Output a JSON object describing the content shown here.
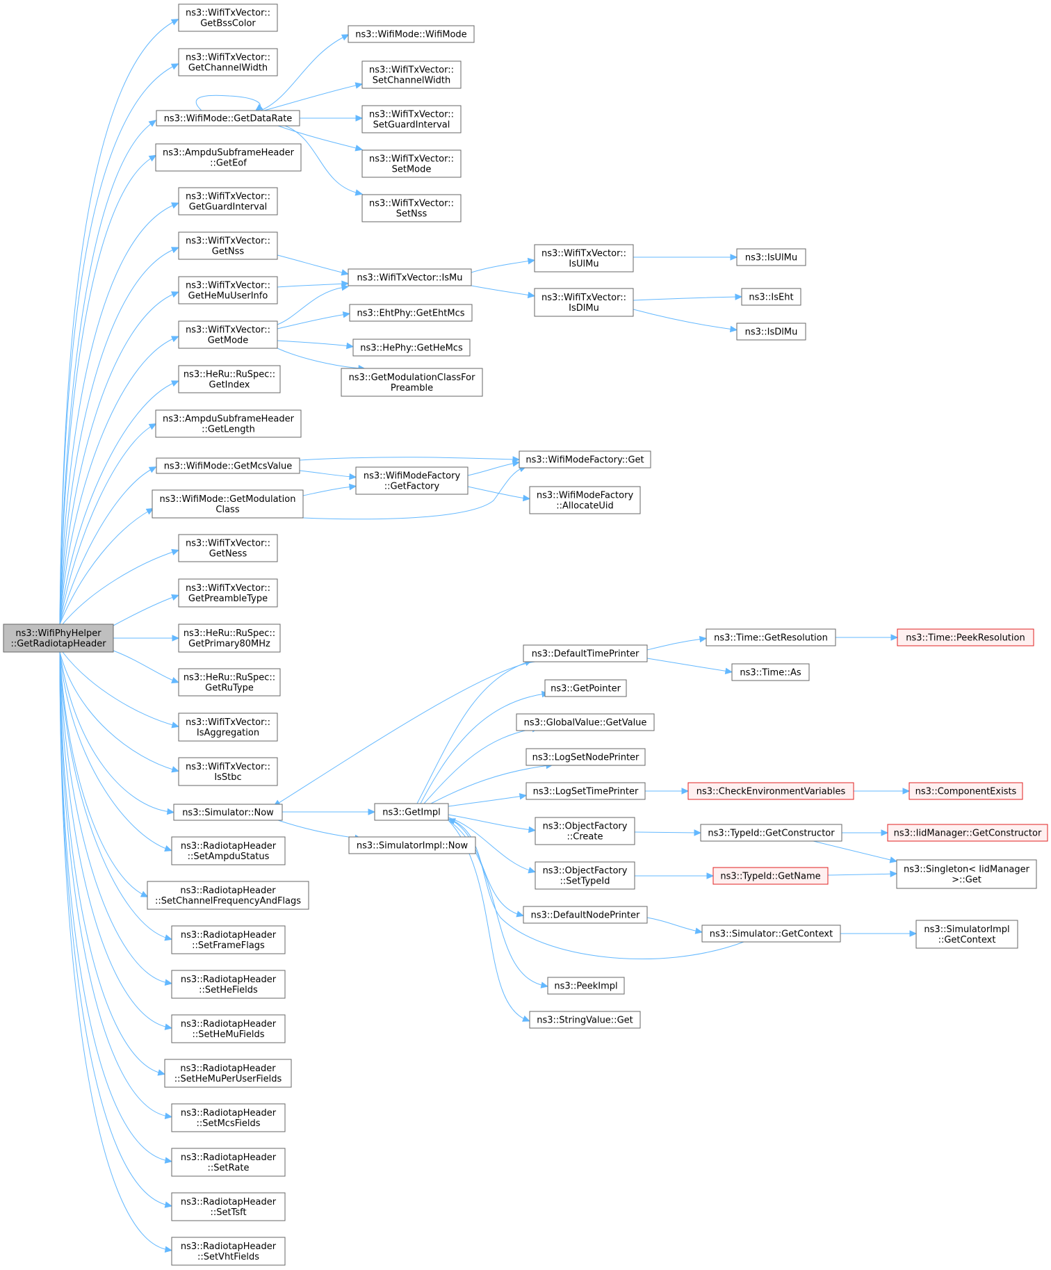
{
  "diagram": {
    "colors": {
      "edge": "#63b8ff",
      "node_border": "#666666",
      "root_fill": "#bfbfbf",
      "red_border": "#e02020",
      "red_fill": "#fff0f0"
    },
    "nodes": [
      {
        "id": "root",
        "lines": [
          "ns3::WifiPhyHelper",
          "::GetRadiotapHeader"
        ],
        "style": "root"
      },
      {
        "id": "getBssColor",
        "lines": [
          "ns3::WifiTxVector::",
          "GetBssColor"
        ]
      },
      {
        "id": "getChannelWidth",
        "lines": [
          "ns3::WifiTxVector::",
          "GetChannelWidth"
        ]
      },
      {
        "id": "getDataRate",
        "lines": [
          "ns3::WifiMode::GetDataRate"
        ]
      },
      {
        "id": "getEof",
        "lines": [
          "ns3::AmpduSubframeHeader",
          "::GetEof"
        ]
      },
      {
        "id": "getGuardInterval",
        "lines": [
          "ns3::WifiTxVector::",
          "GetGuardInterval"
        ]
      },
      {
        "id": "getNss",
        "lines": [
          "ns3::WifiTxVector::",
          "GetNss"
        ]
      },
      {
        "id": "getHeMuUserInfo",
        "lines": [
          "ns3::WifiTxVector::",
          "GetHeMuUserInfo"
        ]
      },
      {
        "id": "getMode",
        "lines": [
          "ns3::WifiTxVector::",
          "GetMode"
        ]
      },
      {
        "id": "getIndex",
        "lines": [
          "ns3::HeRu::RuSpec::",
          "GetIndex"
        ]
      },
      {
        "id": "getLength",
        "lines": [
          "ns3::AmpduSubframeHeader",
          "::GetLength"
        ]
      },
      {
        "id": "getMcsValue",
        "lines": [
          "ns3::WifiMode::GetMcsValue"
        ]
      },
      {
        "id": "getModulationClass",
        "lines": [
          "ns3::WifiMode::GetModulation",
          "Class"
        ]
      },
      {
        "id": "getNess",
        "lines": [
          "ns3::WifiTxVector::",
          "GetNess"
        ]
      },
      {
        "id": "getPreambleType",
        "lines": [
          "ns3::WifiTxVector::",
          "GetPreambleType"
        ]
      },
      {
        "id": "getPrimary80MHz",
        "lines": [
          "ns3::HeRu::RuSpec::",
          "GetPrimary80MHz"
        ]
      },
      {
        "id": "getRuType",
        "lines": [
          "ns3::HeRu::RuSpec::",
          "GetRuType"
        ]
      },
      {
        "id": "isAggregation",
        "lines": [
          "ns3::WifiTxVector::",
          "IsAggregation"
        ]
      },
      {
        "id": "isStbc",
        "lines": [
          "ns3::WifiTxVector::",
          "IsStbc"
        ]
      },
      {
        "id": "simNow",
        "lines": [
          "ns3::Simulator::Now"
        ]
      },
      {
        "id": "setAmpduStatus",
        "lines": [
          "ns3::RadiotapHeader",
          "::SetAmpduStatus"
        ]
      },
      {
        "id": "setChannelFreq",
        "lines": [
          "ns3::RadiotapHeader",
          "::SetChannelFrequencyAndFlags"
        ]
      },
      {
        "id": "setFrameFlags",
        "lines": [
          "ns3::RadiotapHeader",
          "::SetFrameFlags"
        ]
      },
      {
        "id": "setHeFields",
        "lines": [
          "ns3::RadiotapHeader",
          "::SetHeFields"
        ]
      },
      {
        "id": "setHeMuFields",
        "lines": [
          "ns3::RadiotapHeader",
          "::SetHeMuFields"
        ]
      },
      {
        "id": "setHeMuPerUser",
        "lines": [
          "ns3::RadiotapHeader",
          "::SetHeMuPerUserFields"
        ]
      },
      {
        "id": "setMcsFields",
        "lines": [
          "ns3::RadiotapHeader",
          "::SetMcsFields"
        ]
      },
      {
        "id": "setRate",
        "lines": [
          "ns3::RadiotapHeader",
          "::SetRate"
        ]
      },
      {
        "id": "setTsft",
        "lines": [
          "ns3::RadiotapHeader",
          "::SetTsft"
        ]
      },
      {
        "id": "setVhtFields",
        "lines": [
          "ns3::RadiotapHeader",
          "::SetVhtFields"
        ]
      },
      {
        "id": "wifiModeCtor",
        "lines": [
          "ns3::WifiMode::WifiMode"
        ]
      },
      {
        "id": "setChannelWidth",
        "lines": [
          "ns3::WifiTxVector::",
          "SetChannelWidth"
        ]
      },
      {
        "id": "setGuardInterval",
        "lines": [
          "ns3::WifiTxVector::",
          "SetGuardInterval"
        ]
      },
      {
        "id": "setMode",
        "lines": [
          "ns3::WifiTxVector::",
          "SetMode"
        ]
      },
      {
        "id": "setNss",
        "lines": [
          "ns3::WifiTxVector::",
          "SetNss"
        ]
      },
      {
        "id": "isMu",
        "lines": [
          "ns3::WifiTxVector::IsMu"
        ]
      },
      {
        "id": "getEhtMcs",
        "lines": [
          "ns3::EhtPhy::GetEhtMcs"
        ]
      },
      {
        "id": "getHeMcs",
        "lines": [
          "ns3::HePhy::GetHeMcs"
        ]
      },
      {
        "id": "getModClassForPreamble",
        "lines": [
          "ns3::GetModulationClassFor",
          "Preamble"
        ]
      },
      {
        "id": "getFactory",
        "lines": [
          "ns3::WifiModeFactory",
          "::GetFactory"
        ]
      },
      {
        "id": "getImpl",
        "lines": [
          "ns3::GetImpl"
        ]
      },
      {
        "id": "simImplNow",
        "lines": [
          "ns3::SimulatorImpl::Now"
        ]
      },
      {
        "id": "isUlMuVec",
        "lines": [
          "ns3::WifiTxVector::",
          "IsUlMu"
        ]
      },
      {
        "id": "isDlMuVec",
        "lines": [
          "ns3::WifiTxVector::",
          "IsDlMu"
        ]
      },
      {
        "id": "factoryGet",
        "lines": [
          "ns3::WifiModeFactory::Get"
        ]
      },
      {
        "id": "allocateUid",
        "lines": [
          "ns3::WifiModeFactory",
          "::AllocateUid"
        ]
      },
      {
        "id": "defaultTimePrinter",
        "lines": [
          "ns3::DefaultTimePrinter"
        ]
      },
      {
        "id": "getPointer",
        "lines": [
          "ns3::GetPointer"
        ]
      },
      {
        "id": "globalGetValue",
        "lines": [
          "ns3::GlobalValue::GetValue"
        ]
      },
      {
        "id": "logSetNodePrinter",
        "lines": [
          "ns3::LogSetNodePrinter"
        ]
      },
      {
        "id": "logSetTimePrinter",
        "lines": [
          "ns3::LogSetTimePrinter"
        ]
      },
      {
        "id": "objFactoryCreate",
        "lines": [
          "ns3::ObjectFactory",
          "::Create"
        ]
      },
      {
        "id": "objFactorySetTypeId",
        "lines": [
          "ns3::ObjectFactory",
          "::SetTypeId"
        ]
      },
      {
        "id": "defaultNodePrinter",
        "lines": [
          "ns3::DefaultNodePrinter"
        ]
      },
      {
        "id": "peekImpl",
        "lines": [
          "ns3::PeekImpl"
        ]
      },
      {
        "id": "stringValueGet",
        "lines": [
          "ns3::StringValue::Get"
        ]
      },
      {
        "id": "isUlMu",
        "lines": [
          "ns3::IsUlMu"
        ]
      },
      {
        "id": "isEht",
        "lines": [
          "ns3::IsEht"
        ]
      },
      {
        "id": "isDlMu",
        "lines": [
          "ns3::IsDlMu"
        ]
      },
      {
        "id": "timeGetResolution",
        "lines": [
          "ns3::Time::GetResolution"
        ]
      },
      {
        "id": "timeAs",
        "lines": [
          "ns3::Time::As"
        ]
      },
      {
        "id": "checkEnvVars",
        "lines": [
          "ns3::CheckEnvironmentVariables"
        ],
        "style": "red"
      },
      {
        "id": "typeIdGetConstructor",
        "lines": [
          "ns3::TypeId::GetConstructor"
        ]
      },
      {
        "id": "typeIdGetName",
        "lines": [
          "ns3::TypeId::GetName"
        ],
        "style": "red"
      },
      {
        "id": "simGetContext",
        "lines": [
          "ns3::Simulator::GetContext"
        ]
      },
      {
        "id": "peekResolution",
        "lines": [
          "ns3::Time::PeekResolution"
        ],
        "style": "red"
      },
      {
        "id": "componentExists",
        "lines": [
          "ns3::ComponentExists"
        ],
        "style": "red"
      },
      {
        "id": "iidGetConstructor",
        "lines": [
          "ns3::IidManager::GetConstructor"
        ],
        "style": "red"
      },
      {
        "id": "singletonGet",
        "lines": [
          "ns3::Singleton< IidManager",
          ">::Get"
        ]
      },
      {
        "id": "simImplGetContext",
        "lines": [
          "ns3::SimulatorImpl",
          "::GetContext"
        ]
      }
    ]
  }
}
